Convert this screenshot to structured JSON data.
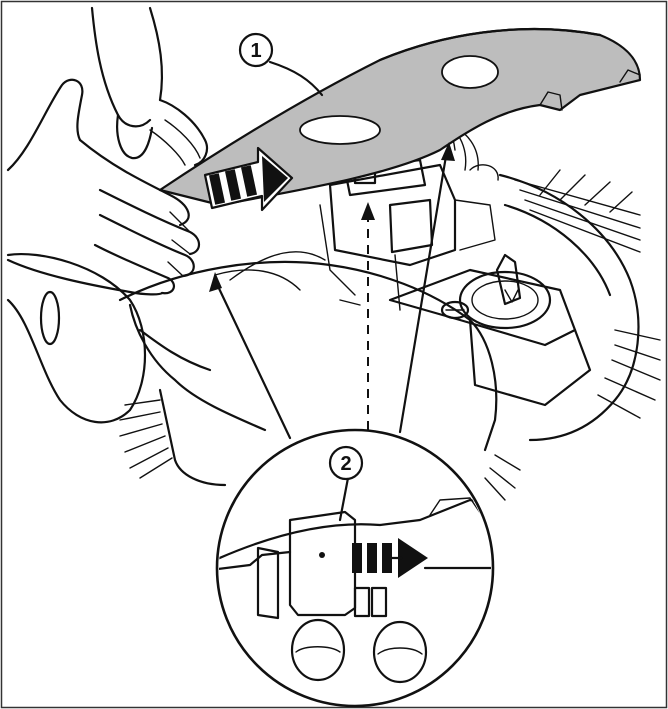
{
  "figure": {
    "callouts": [
      {
        "id": "1",
        "label": "1"
      },
      {
        "id": "2",
        "label": "2"
      }
    ],
    "colors": {
      "line": "#111111",
      "cover_fill": "#bdbdbd",
      "background": "#ffffff"
    },
    "icons": [
      "push-direction-arrow-icon",
      "push-direction-arrow-icon"
    ]
  }
}
